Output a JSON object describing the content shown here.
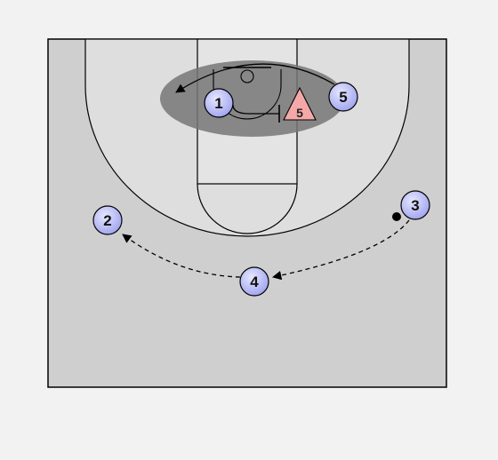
{
  "colors": {
    "page_background": "#f2f2f2",
    "court_outer": "#cfcfcf",
    "arc_inside": "#dedede",
    "highlight_zone": "#777777",
    "offense_fill": "#b9bcf5",
    "defense_fill": "#f5a8a8"
  },
  "players": {
    "p1": {
      "label": "1",
      "role": "offense"
    },
    "p2": {
      "label": "2",
      "role": "offense"
    },
    "p3": {
      "label": "3",
      "role": "offense",
      "has_ball": true
    },
    "p4": {
      "label": "4",
      "role": "offense"
    },
    "p5": {
      "label": "5",
      "role": "offense"
    }
  },
  "defenders": {
    "d5": {
      "label": "5",
      "role": "defense"
    }
  },
  "actions": [
    {
      "type": "pass",
      "from": "3",
      "to": "4"
    },
    {
      "type": "pass",
      "from": "4",
      "to": "2"
    },
    {
      "type": "cut",
      "from": "5",
      "direction": "baseline-left"
    },
    {
      "type": "screen",
      "by": "1",
      "on": "defender-5"
    }
  ]
}
